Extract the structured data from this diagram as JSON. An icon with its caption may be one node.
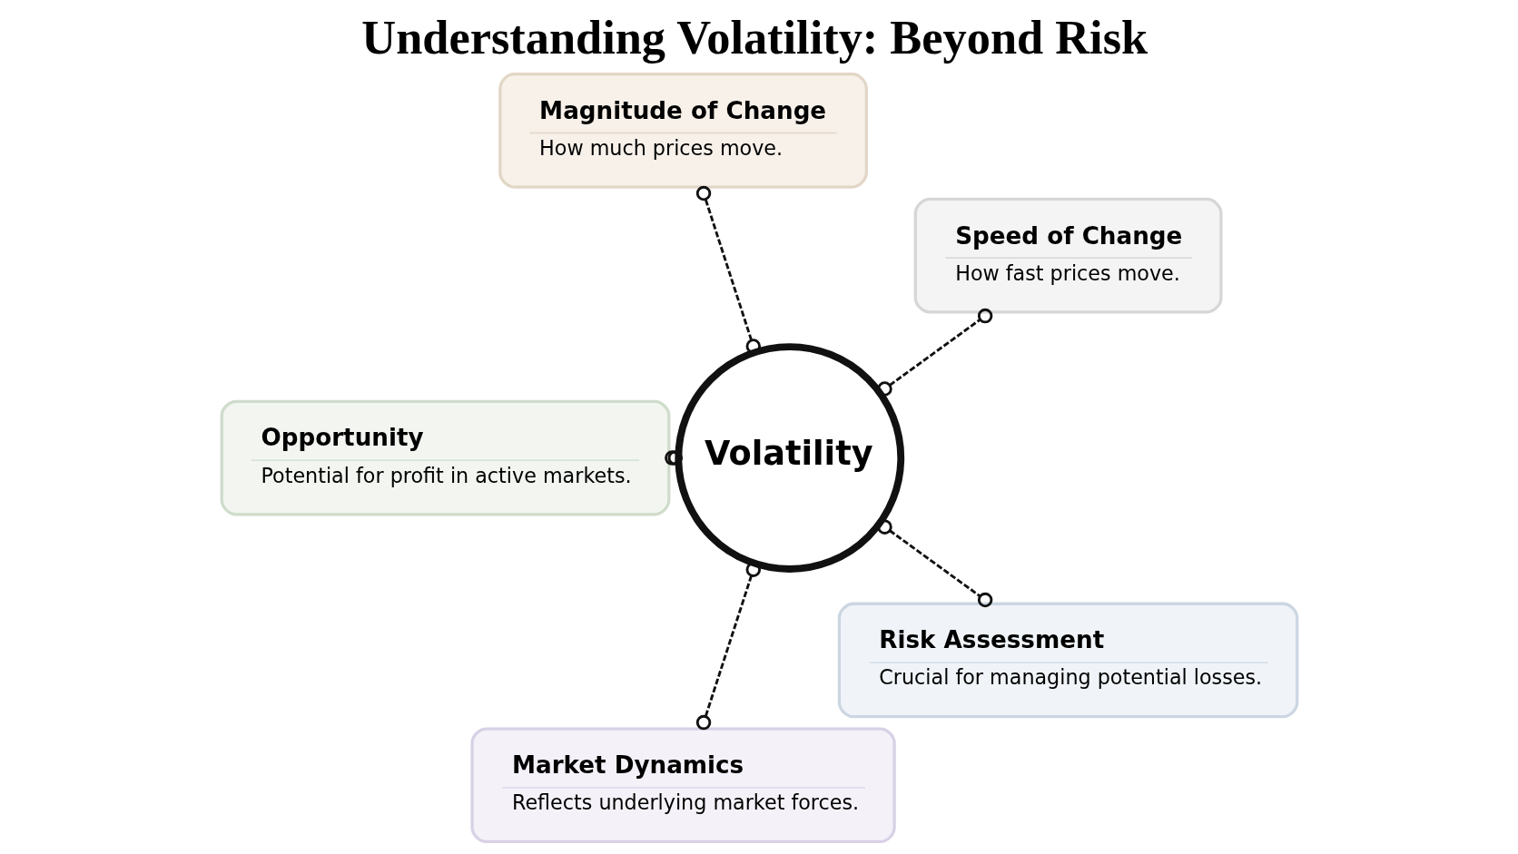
{
  "diagram": {
    "title": "Understanding Volatility: Beyond Risk",
    "nodes": [
      {
        "text": [
          "Volatility"
        ]
      },
      {
        "text": [
          "Magnitude of Change",
          "How much prices move."
        ]
      },
      {
        "text": [
          "Speed of Change",
          "How fast prices move."
        ]
      },
      {
        "text": [
          "Opportunity",
          "Potential for profit in active markets."
        ]
      },
      {
        "text": [
          "Risk Assessment",
          "Crucial for managing potential losses."
        ]
      },
      {
        "text": [
          "Market Dynamics",
          "Reflects underlying market forces."
        ]
      }
    ],
    "edges": [
      {
        "from": 0,
        "to": 1,
        "arrow": "other",
        "style": "dashed"
      },
      {
        "from": 0,
        "to": 2,
        "arrow": "other",
        "style": "dashed"
      },
      {
        "from": 0,
        "to": 3,
        "arrow": "other",
        "style": "dashed"
      },
      {
        "from": 0,
        "to": 4,
        "arrow": "other",
        "style": "dashed"
      },
      {
        "from": 0,
        "to": 5,
        "arrow": "other",
        "style": "dashed"
      }
    ]
  }
}
